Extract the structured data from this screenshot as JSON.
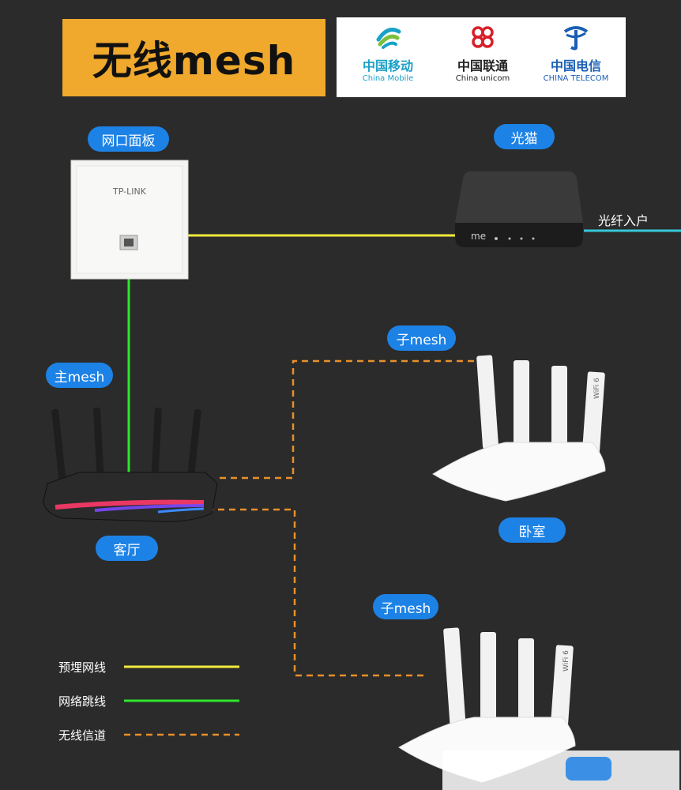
{
  "title": "无线mesh",
  "carriers": [
    {
      "cn": "中国移动",
      "en": "China Mobile",
      "icon": "china-mobile-logo"
    },
    {
      "cn": "中国联通",
      "en": "China unicom",
      "icon": "china-unicom-logo"
    },
    {
      "cn": "中国电信",
      "en": "CHINA TELECOM",
      "icon": "china-telecom-logo"
    }
  ],
  "nodes": {
    "panel": {
      "label": "网口面板",
      "brand": "TP-LINK"
    },
    "modem": {
      "label": "光猫",
      "fiber": "光纤入户"
    },
    "main_router": {
      "tag": "主mesh",
      "room": "客厅"
    },
    "sub_router_1": {
      "tag": "子mesh",
      "room": "卧室"
    },
    "sub_router_2": {
      "tag": "子mesh"
    }
  },
  "legend": [
    {
      "label": "预埋网线",
      "color": "#f2ea3c",
      "style": "solid"
    },
    {
      "label": "网络跳线",
      "color": "#2ee62e",
      "style": "solid"
    },
    {
      "label": "无线信道",
      "color": "#e8902a",
      "style": "dashed"
    }
  ],
  "colors": {
    "title_bg": "#f0a92c",
    "pill_bg": "#1d82e6",
    "fiber": "#34c8d8",
    "background": "#2b2b2b"
  }
}
